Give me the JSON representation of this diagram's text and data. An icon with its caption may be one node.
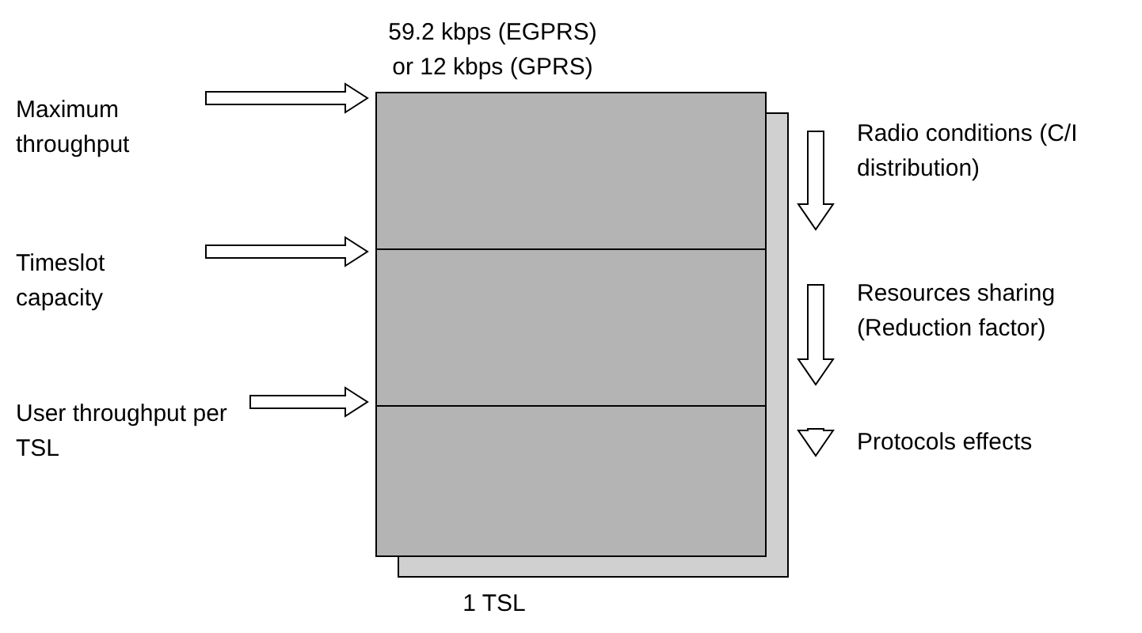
{
  "diagram": {
    "nodes": [
      {
        "text": [
          "Maximum throughput"
        ]
      },
      {
        "text": [
          "Timeslot capacity"
        ]
      },
      {
        "text": [
          "User throughput per TSL"
        ]
      },
      {
        "text": [
          "59.2 kbps (EGPRS) or 12 kbps (GPRS)",
          "1 TSL"
        ]
      }
    ],
    "edges": [
      {
        "from": 0,
        "to": 3,
        "arrow": "to"
      },
      {
        "from": 1,
        "to": 3,
        "arrow": "to"
      },
      {
        "from": 2,
        "to": 3,
        "arrow": "to"
      }
    ],
    "labels": [
      "Radio conditions (C/I distribution)",
      "Resources sharing (Reduction factor)",
      "Protocols effects"
    ]
  }
}
